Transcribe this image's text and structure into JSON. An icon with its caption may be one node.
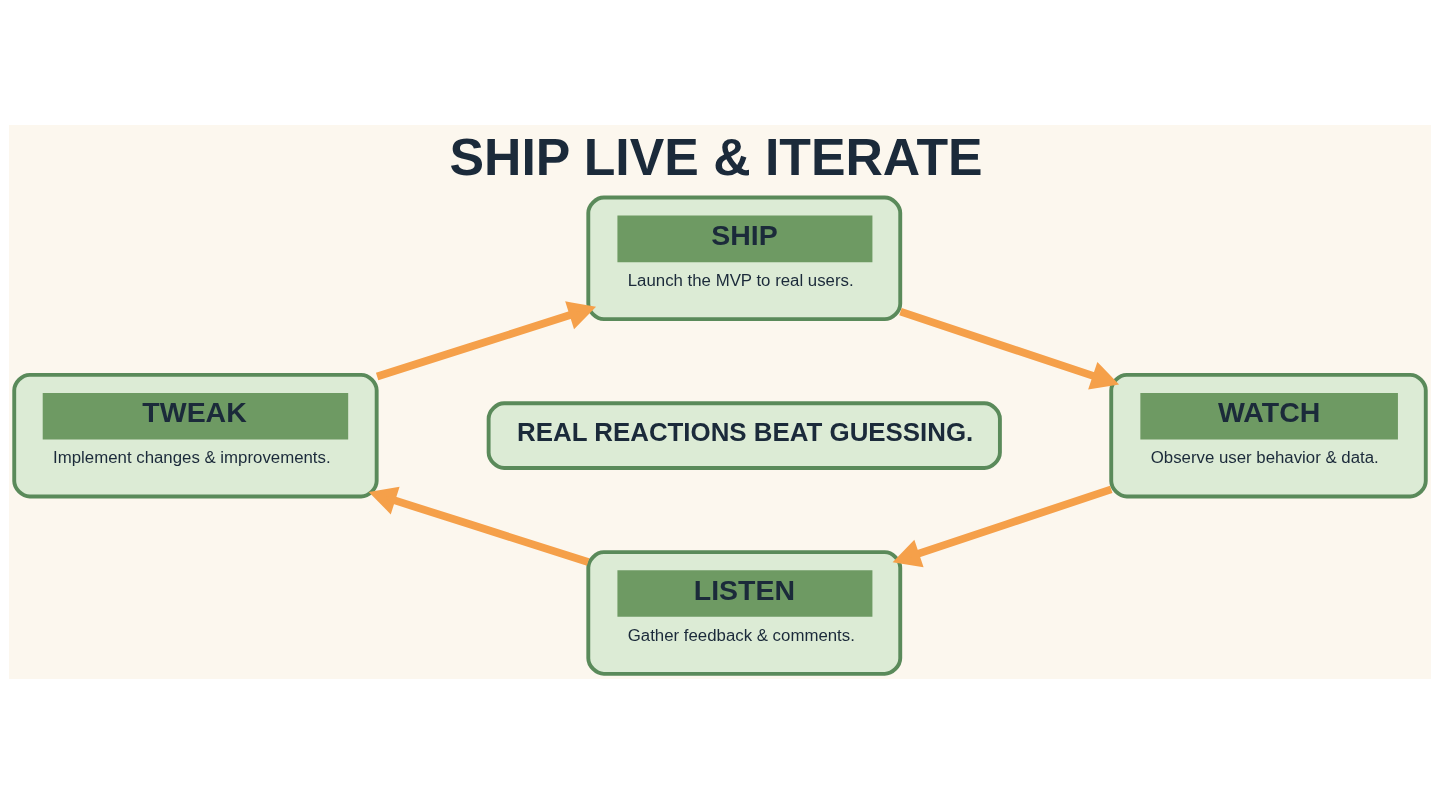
{
  "diagram": {
    "title": "SHIP LIVE & ITERATE",
    "nodes": [
      {
        "text": [
          "SHIP",
          "Launch the MVP to real users."
        ]
      },
      {
        "text": [
          "WATCH",
          "Observe user behavior & data."
        ]
      },
      {
        "text": [
          "LISTEN",
          "Gather feedback & comments."
        ]
      },
      {
        "text": [
          "TWEAK",
          "Implement changes & improvements."
        ]
      },
      {
        "text": [
          "REAL REACTIONS BEAT GUESSING."
        ]
      }
    ],
    "edges": [
      {
        "from": 0,
        "to": 1,
        "arrow": "to"
      },
      {
        "from": 1,
        "to": 2,
        "arrow": "to"
      },
      {
        "from": 2,
        "to": 3,
        "arrow": "to"
      },
      {
        "from": 3,
        "to": 0,
        "arrow": "to"
      }
    ]
  }
}
